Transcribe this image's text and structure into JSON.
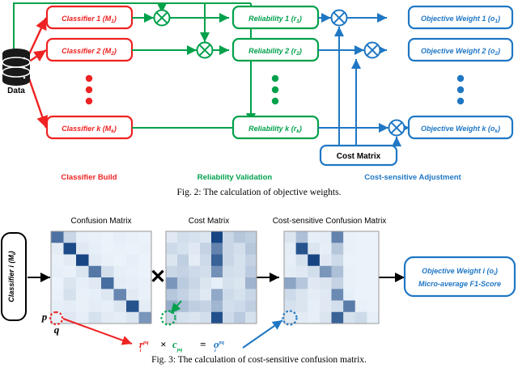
{
  "colors": {
    "red": "#EE2222",
    "green": "#00A14B",
    "blue": "#1F77C4",
    "black": "#000000",
    "matrix_light": "#EDF4FB",
    "matrix_dark": "#0B3C7E"
  },
  "figure2": {
    "caption": "Fig. 2: The calculation of objective weights.",
    "data_label": "Data",
    "classifiers": [
      {
        "label": "Classifier 1 (M",
        "sub": "1",
        "tail": ")"
      },
      {
        "label": "Classifier 2 (M",
        "sub": "2",
        "tail": ")"
      },
      {
        "label": "Classifier k (M",
        "sub": "k",
        "tail": ")"
      }
    ],
    "reliabilities": [
      {
        "label": "Reliability 1 (r",
        "sub": "1",
        "tail": ")"
      },
      {
        "label": "Reliability 2 (r",
        "sub": "2",
        "tail": ")"
      },
      {
        "label": "Reliability k (r",
        "sub": "k",
        "tail": ")"
      }
    ],
    "objective_weights": [
      {
        "label": "Objective Weight 1 (o",
        "sub": "1",
        "tail": ")"
      },
      {
        "label": "Objective Weight 2 (o",
        "sub": "2",
        "tail": ")"
      },
      {
        "label": "Objective Weight k (o",
        "sub": "k",
        "tail": ")"
      }
    ],
    "cost_matrix_label": "Cost Matrix",
    "stage_labels": [
      {
        "text": "Classifier Build",
        "color": "#EE2222"
      },
      {
        "text": "Reliability Validation",
        "color": "#00A14B"
      },
      {
        "text": "Cost-sensitive Adjustment",
        "color": "#1F77C4"
      }
    ],
    "operator_glyph": "⊗"
  },
  "figure3": {
    "caption": "Fig. 3: The calculation of cost-sensitive confusion matrix.",
    "input_box": {
      "label": "Classifier i (M",
      "sub": "i",
      "tail": ")"
    },
    "matrix_titles": [
      "Confusion Matrix",
      "Cost Matrix",
      "Cost-sensitive Confusion Matrix"
    ],
    "multiply_glyph": "✕",
    "index_labels": {
      "p": "p",
      "q": "q"
    },
    "formula": {
      "r": "r",
      "r_sup": "pq",
      "r_sub": "i",
      "times": "×",
      "c": "c",
      "c_sub": "pq",
      "eq": "=",
      "o": "o",
      "o_sup": "pq",
      "o_sub": "i"
    },
    "output_box": {
      "line1": "Objective Weight i (o",
      "line1_sub": "i",
      "line1_tail": ")",
      "line2": "Micro-average F1-Score"
    },
    "matrix_grid": 8
  },
  "chart_data": {
    "type": "heatmap",
    "title": "Cost-sensitive confusion matrix computation",
    "panels": [
      {
        "name": "Confusion Matrix",
        "rows": 8,
        "cols": 8,
        "note": "strong dark-blue diagonal, pale off-diagonal",
        "values": [
          [
            0.72,
            0.18,
            0.05,
            0.04,
            0.03,
            0.05,
            0.04,
            0.03
          ],
          [
            0.06,
            0.92,
            0.08,
            0.05,
            0.03,
            0.04,
            0.03,
            0.04
          ],
          [
            0.04,
            0.07,
            0.95,
            0.07,
            0.04,
            0.03,
            0.05,
            0.03
          ],
          [
            0.05,
            0.04,
            0.1,
            0.68,
            0.14,
            0.05,
            0.04,
            0.03
          ],
          [
            0.03,
            0.1,
            0.05,
            0.08,
            0.74,
            0.06,
            0.05,
            0.04
          ],
          [
            0.04,
            0.12,
            0.04,
            0.05,
            0.09,
            0.6,
            0.07,
            0.04
          ],
          [
            0.05,
            0.06,
            0.04,
            0.06,
            0.05,
            0.1,
            0.88,
            0.06
          ],
          [
            0.04,
            0.08,
            0.05,
            0.12,
            0.07,
            0.06,
            0.1,
            0.52
          ]
        ]
      },
      {
        "name": "Cost Matrix",
        "rows": 8,
        "cols": 8,
        "note": "dark vertical band at column index 4",
        "values": [
          [
            0.08,
            0.14,
            0.12,
            0.1,
            0.95,
            0.18,
            0.26,
            0.22
          ],
          [
            0.16,
            0.12,
            0.08,
            0.2,
            0.62,
            0.18,
            0.14,
            0.26
          ],
          [
            0.1,
            0.22,
            0.06,
            0.16,
            0.8,
            0.18,
            0.12,
            0.2
          ],
          [
            0.18,
            0.2,
            0.16,
            0.14,
            0.55,
            0.14,
            0.12,
            0.24
          ],
          [
            0.52,
            0.24,
            0.18,
            0.1,
            0.05,
            0.12,
            0.1,
            0.36
          ],
          [
            0.26,
            0.2,
            0.14,
            0.08,
            0.42,
            0.16,
            0.12,
            0.18
          ],
          [
            0.4,
            0.3,
            0.22,
            0.2,
            0.35,
            0.14,
            0.16,
            0.22
          ],
          [
            0.18,
            0.12,
            0.1,
            0.14,
            0.9,
            0.16,
            0.24,
            0.12
          ]
        ]
      },
      {
        "name": "Cost-sensitive Confusion Matrix",
        "rows": 8,
        "cols": 8,
        "note": "product of the two; shifted diagonal with dark band",
        "values": [
          [
            0.1,
            0.3,
            0.05,
            0.06,
            0.62,
            0.04,
            0.03,
            0.03
          ],
          [
            0.06,
            0.88,
            0.1,
            0.05,
            0.26,
            0.04,
            0.03,
            0.03
          ],
          [
            0.05,
            0.12,
            0.95,
            0.08,
            0.16,
            0.03,
            0.03,
            0.03
          ],
          [
            0.06,
            0.08,
            0.14,
            0.52,
            0.3,
            0.04,
            0.03,
            0.03
          ],
          [
            0.44,
            0.26,
            0.08,
            0.1,
            0.2,
            0.04,
            0.03,
            0.03
          ],
          [
            0.16,
            0.1,
            0.06,
            0.08,
            0.58,
            0.05,
            0.03,
            0.03
          ],
          [
            0.12,
            0.1,
            0.05,
            0.08,
            0.14,
            0.66,
            0.04,
            0.03
          ],
          [
            0.08,
            0.07,
            0.05,
            0.1,
            0.8,
            0.12,
            0.16,
            0.05
          ]
        ]
      }
    ],
    "colormap": {
      "low": "#F2F8FD",
      "high": "#0B3C7E"
    }
  }
}
